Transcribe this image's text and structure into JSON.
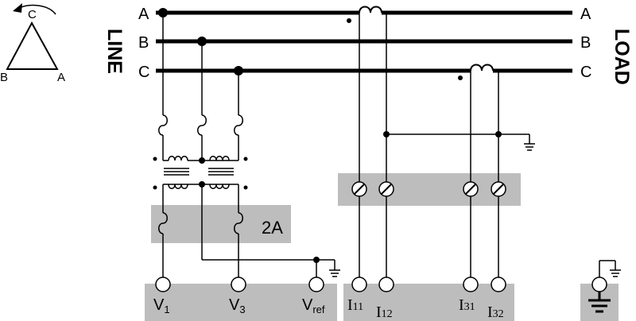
{
  "phase_triangle": {
    "top": "C",
    "left": "B",
    "right": "A"
  },
  "side_labels": {
    "left": "LINE",
    "right": "LOAD"
  },
  "lines": [
    {
      "name": "A",
      "left_label": "A",
      "right_label": "A"
    },
    {
      "name": "B",
      "left_label": "B",
      "right_label": "B"
    },
    {
      "name": "C",
      "left_label": "C",
      "right_label": "C"
    }
  ],
  "fuse_block_label": "2A",
  "voltage_terminals": [
    {
      "id": "v1",
      "main": "V",
      "sub": "1"
    },
    {
      "id": "v3",
      "main": "V",
      "sub": "3"
    },
    {
      "id": "vref",
      "main": "V",
      "sub": "ref"
    }
  ],
  "current_terminals": [
    {
      "id": "i11",
      "main": "I",
      "sub": "11"
    },
    {
      "id": "i12",
      "main": "I",
      "sub": "12"
    },
    {
      "id": "i31",
      "main": "I",
      "sub": "31"
    },
    {
      "id": "i32",
      "main": "I",
      "sub": "32"
    }
  ],
  "colors": {
    "panel": "#bdbdbd",
    "wire": "#000000",
    "background": "#ffffff"
  }
}
